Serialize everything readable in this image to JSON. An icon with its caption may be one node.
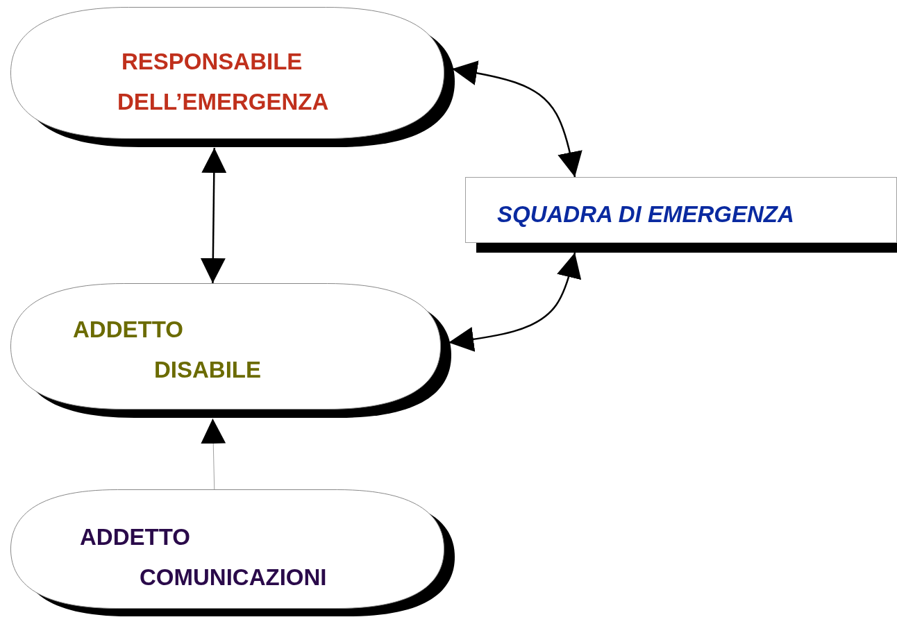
{
  "diagram": {
    "nodes": [
      {
        "text": [
          "RESPONSABILE DELL’EMERGENZA"
        ]
      },
      {
        "text": [
          "SQUADRA DI EMERGENZA"
        ]
      },
      {
        "text": [
          "ADDETTO DISABILE"
        ]
      },
      {
        "text": [
          "ADDETTO COMUNICAZIONI"
        ]
      }
    ],
    "edges": [
      {
        "from": 0,
        "to": 1,
        "arrow": "both"
      },
      {
        "from": 1,
        "to": 2,
        "arrow": "both"
      },
      {
        "from": 0,
        "to": 2,
        "arrow": "both"
      },
      {
        "from": 3,
        "to": 2,
        "arrow": "to",
        "color": "#a0a0a0"
      }
    ]
  }
}
